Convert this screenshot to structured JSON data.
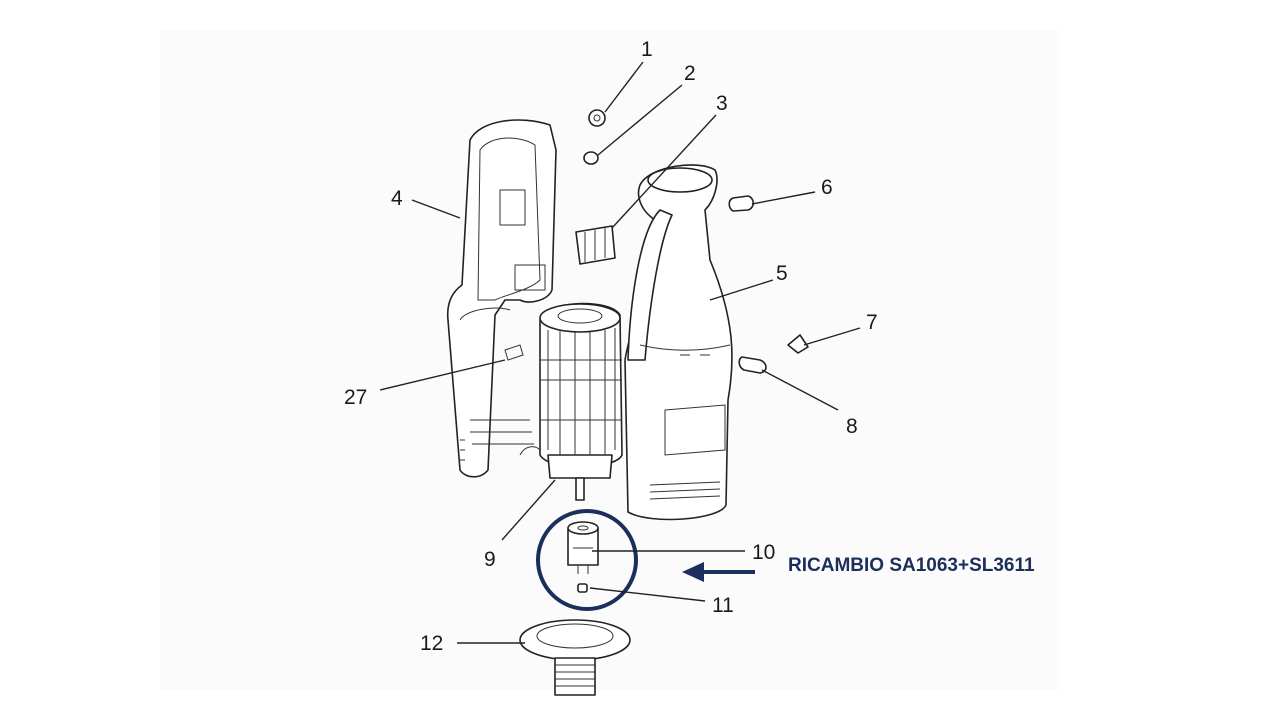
{
  "parts": {
    "p1": "1",
    "p2": "2",
    "p3": "3",
    "p4": "4",
    "p5": "5",
    "p6": "6",
    "p7": "7",
    "p8": "8",
    "p9": "9",
    "p10": "10",
    "p11": "11",
    "p12": "12",
    "p27": "27"
  },
  "callout": {
    "text": "RICAMBIO SA1063+SL3611",
    "color": "#1c2e5c"
  }
}
